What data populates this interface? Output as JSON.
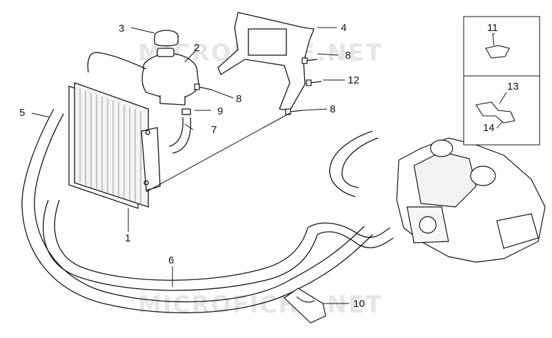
{
  "watermark": "MICROFICHE.NET",
  "callouts": {
    "c1": "1",
    "c2": "2",
    "c3": "3",
    "c4": "4",
    "c5": "5",
    "c6": "6",
    "c7": "7",
    "c8a": "8",
    "c8b": "8",
    "c8c": "8",
    "c9": "9",
    "c10": "10",
    "c11": "11",
    "c12": "12",
    "c13": "13",
    "c14": "14"
  },
  "inset_boxes": [
    {
      "id": "inset-box-11",
      "labels": [
        "11"
      ]
    },
    {
      "id": "inset-box-13-14",
      "labels": [
        "13",
        "14"
      ]
    }
  ]
}
